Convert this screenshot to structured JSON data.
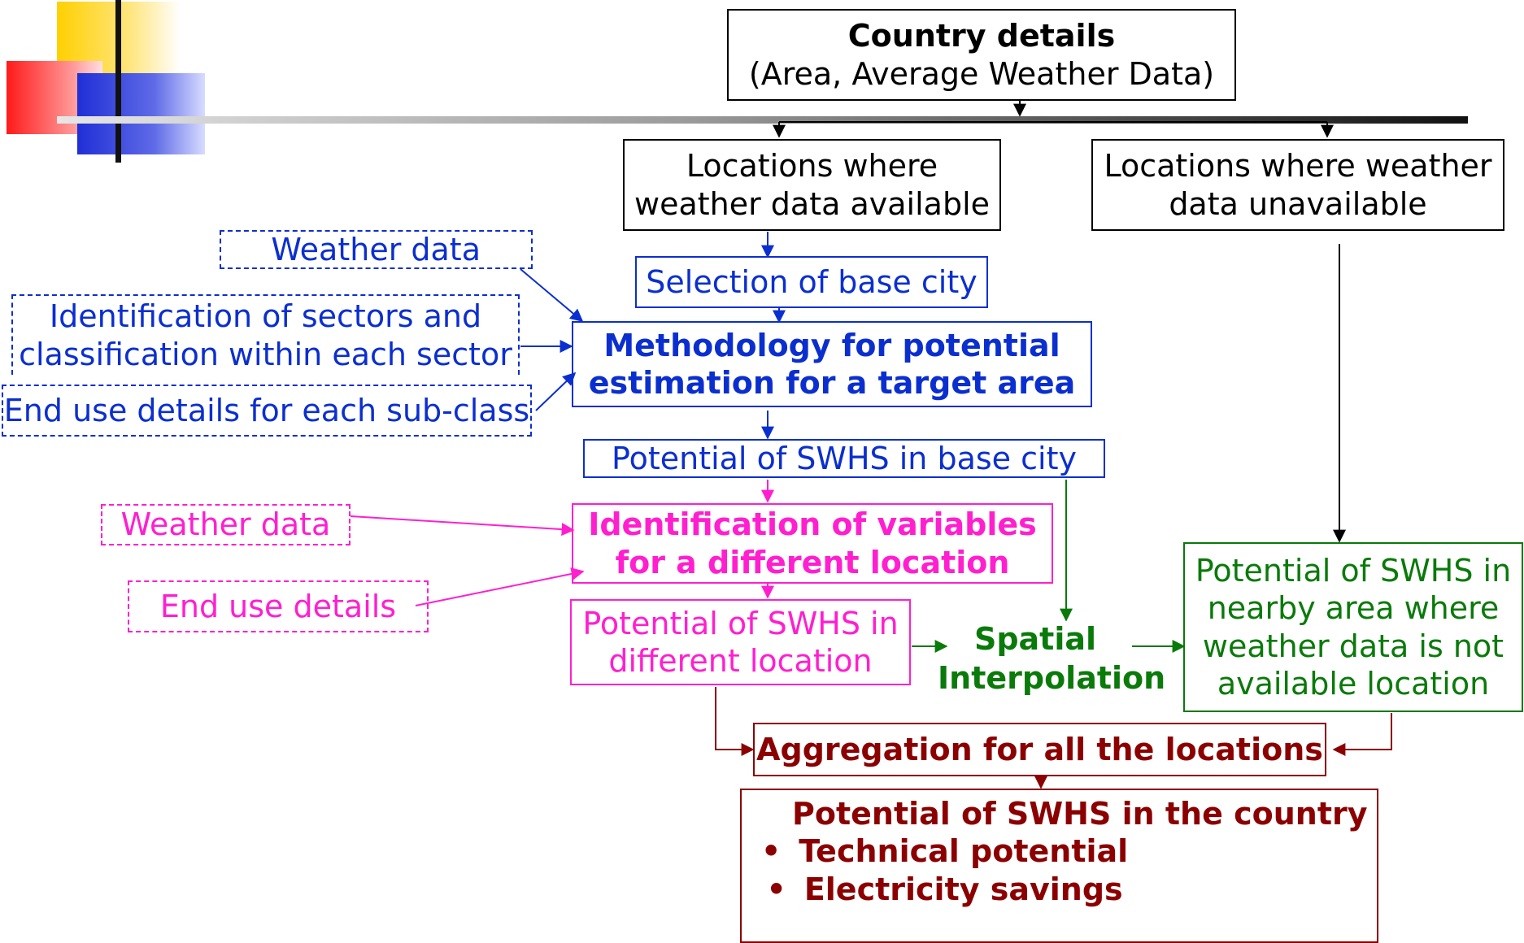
{
  "country_box": {
    "title": "Country details",
    "subtitle": "(Area, Average Weather Data)"
  },
  "loc_available": {
    "line1": "Locations where",
    "line2": "weather data available"
  },
  "loc_unavailable": {
    "line1": "Locations where weather",
    "line2": "data unavailable"
  },
  "blue_inputs": {
    "weather": "Weather data",
    "sectors_line1": "Identification of sectors and",
    "sectors_line2": "classification within each sector",
    "enduse": "End use details for each sub-class"
  },
  "selection_base_city": "Selection of base city",
  "methodology": {
    "line1": "Methodology for potential",
    "line2": "estimation for a target area"
  },
  "potential_base_city": "Potential of SWHS in base city",
  "pink_inputs": {
    "weather": "Weather data",
    "enduse": "End use details"
  },
  "identification_vars": {
    "line1": "Identification of variables",
    "line2": "for a different location"
  },
  "potential_diff": {
    "line1": "Potential of SWHS in",
    "line2": "different location"
  },
  "spatial": {
    "line1": "Spatial",
    "line2": "Interpolation"
  },
  "potential_nearby": {
    "line1": "Potential of SWHS in",
    "line2": "nearby area where",
    "line3": "weather data is not",
    "line4": "available location"
  },
  "aggregation": "Aggregation for all the locations",
  "country_potential": {
    "title": "Potential of SWHS in the country",
    "bullet": "•",
    "items": [
      "Technical potential",
      "Electricity savings"
    ]
  },
  "colors": {
    "black": "#000000",
    "blue": "#0b2fcf",
    "pink": "#ff1fcf",
    "green": "#0a7a0a",
    "maroon": "#8b0000",
    "deco_yellow": "#ffd000",
    "deco_red": "#ff2a2a",
    "deco_blue": "#2430d8"
  }
}
